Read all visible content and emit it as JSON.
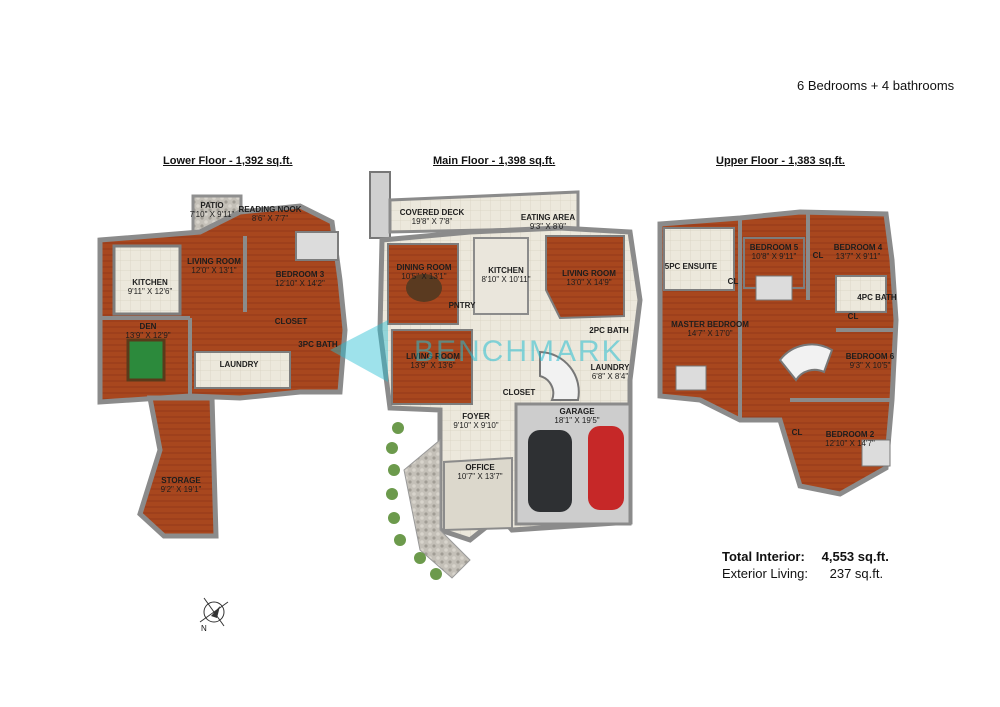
{
  "summary": "6 Bedrooms + 4 bathrooms",
  "floors": [
    {
      "title": "Lower Floor - 1,392 sq.ft."
    },
    {
      "title": "Main Floor - 1,398 sq.ft."
    },
    {
      "title": "Upper Floor - 1,383 sq.ft."
    }
  ],
  "rooms": {
    "lower": [
      {
        "name": "PATIO",
        "dims": "7'10\" X 9'11\""
      },
      {
        "name": "READING NOOK",
        "dims": "8'6\" X 7'7\""
      },
      {
        "name": "LIVING ROOM",
        "dims": "12'0\" X 13'1\""
      },
      {
        "name": "KITCHEN",
        "dims": "9'11\" X 12'6\""
      },
      {
        "name": "BEDROOM 3",
        "dims": "12'10\" X 14'2\""
      },
      {
        "name": "DEN",
        "dims": "13'9\" X 12'9\""
      },
      {
        "name": "CLOSET",
        "dims": ""
      },
      {
        "name": "3PC BATH",
        "dims": ""
      },
      {
        "name": "LAUNDRY",
        "dims": ""
      },
      {
        "name": "STORAGE",
        "dims": "9'2\" X 19'1\""
      }
    ],
    "main": [
      {
        "name": "COVERED DECK",
        "dims": "19'8\" X 7'8\""
      },
      {
        "name": "EATING AREA",
        "dims": "9'3\" X 8'0\""
      },
      {
        "name": "DINING ROOM",
        "dims": "10'5\" X 13'1\""
      },
      {
        "name": "KITCHEN",
        "dims": "8'10\" X 10'11\""
      },
      {
        "name": "LIVING ROOM",
        "dims": "13'0\" X 14'9\""
      },
      {
        "name": "PNTRY",
        "dims": ""
      },
      {
        "name": "2PC BATH",
        "dims": ""
      },
      {
        "name": "LIVING ROOM",
        "dims": "13'9\" X 13'6\""
      },
      {
        "name": "LAUNDRY",
        "dims": "6'8\" X 8'4\""
      },
      {
        "name": "CLOSET",
        "dims": ""
      },
      {
        "name": "FOYER",
        "dims": "9'10\" X 9'10\""
      },
      {
        "name": "GARAGE",
        "dims": "18'1\" X 19'5\""
      },
      {
        "name": "OFFICE",
        "dims": "10'7\" X 13'7\""
      }
    ],
    "upper": [
      {
        "name": "BEDROOM 5",
        "dims": "10'8\" X 9'11\""
      },
      {
        "name": "BEDROOM 4",
        "dims": "13'7\" X 9'11\""
      },
      {
        "name": "5PC ENSUITE",
        "dims": ""
      },
      {
        "name": "CL",
        "dims": ""
      },
      {
        "name": "CL",
        "dims": ""
      },
      {
        "name": "4PC BATH",
        "dims": ""
      },
      {
        "name": "CL",
        "dims": ""
      },
      {
        "name": "MASTER BEDROOM",
        "dims": "14'7\" X 17'0\""
      },
      {
        "name": "BEDROOM 6",
        "dims": "9'3\" X 10'5\""
      },
      {
        "name": "CL",
        "dims": ""
      },
      {
        "name": "BEDROOM 2",
        "dims": "12'10\" X 14'7\""
      }
    ]
  },
  "totals": {
    "interior_label": "Total Interior:",
    "interior_value": "4,553 sq.ft.",
    "exterior_label": "Exterior Living:",
    "exterior_value": "237 sq.ft."
  },
  "compass_label": "N",
  "watermark": "BENCHMARK",
  "colors": {
    "floor": "#a5481f",
    "wall": "#8f8f8f",
    "tile": "#e8e4d8",
    "stone": "#b9b5ad"
  }
}
